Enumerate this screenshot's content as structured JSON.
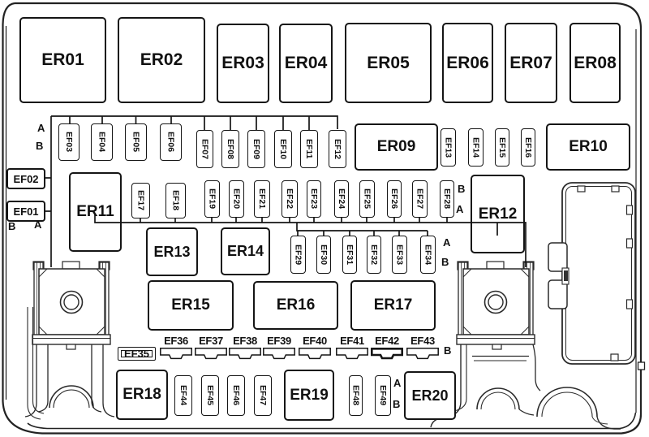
{
  "relays": {
    "er01": "ER01",
    "er02": "ER02",
    "er03": "ER03",
    "er04": "ER04",
    "er05": "ER05",
    "er06": "ER06",
    "er07": "ER07",
    "er08": "ER08",
    "er09": "ER09",
    "er10": "ER10",
    "er11": "ER11",
    "er12": "ER12",
    "er13": "ER13",
    "er14": "ER14",
    "er15": "ER15",
    "er16": "ER16",
    "er17": "ER17",
    "er18": "ER18",
    "er19": "ER19",
    "er20": "ER20"
  },
  "fuses": {
    "ef01": "EF01",
    "ef02": "EF02",
    "ef03": "EF03",
    "ef04": "EF04",
    "ef05": "EF05",
    "ef06": "EF06",
    "ef07": "EF07",
    "ef08": "EF08",
    "ef09": "EF09",
    "ef10": "EF10",
    "ef11": "EF11",
    "ef12": "EF12",
    "ef13": "EF13",
    "ef14": "EF14",
    "ef15": "EF15",
    "ef16": "EF16",
    "ef17": "EF17",
    "ef18": "EF18",
    "ef19": "EF19",
    "ef20": "EF20",
    "ef21": "EF21",
    "ef22": "EF22",
    "ef23": "EF23",
    "ef24": "EF24",
    "ef25": "EF25",
    "ef26": "EF26",
    "ef27": "EF27",
    "ef28": "EF28",
    "ef29": "EF29",
    "ef30": "EF30",
    "ef31": "EF31",
    "ef32": "EF32",
    "ef33": "EF33",
    "ef34": "EF34",
    "ef35": "EF35",
    "ef36": "EF36",
    "ef37": "EF37",
    "ef38": "EF38",
    "ef39": "EF39",
    "ef40": "EF40",
    "ef41": "EF41",
    "ef42": "EF42",
    "ef43": "EF43",
    "ef44": "EF44",
    "ef45": "EF45",
    "ef46": "EF46",
    "ef47": "EF47",
    "ef48": "EF48",
    "ef49": "EF49"
  },
  "pin_labels": {
    "row1_a": "A",
    "row1_b": "B",
    "left_b": "B",
    "left_a": "A",
    "ef28_b": "B",
    "ef28_a": "A",
    "ef34_a": "A",
    "ef34_b": "B",
    "ef43_b": "B",
    "ef49_a": "A",
    "ef49_b": "B"
  }
}
